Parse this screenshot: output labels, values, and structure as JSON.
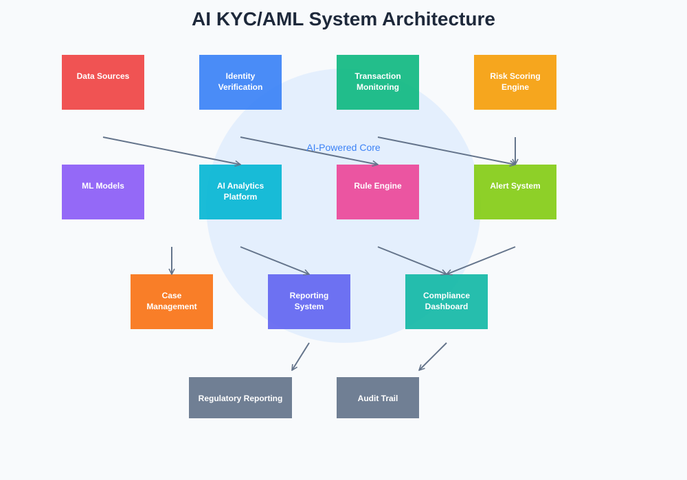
{
  "title": "AI KYC/AML System Architecture",
  "core": {
    "label": "AI-Powered Core",
    "fill": "#dbeafe",
    "label_color": "#3b82f6"
  },
  "edge_color": "#64748b",
  "nodes": [
    {
      "id": "data-sources",
      "lines": [
        "Data Sources"
      ],
      "color": "#ef4444"
    },
    {
      "id": "identity-verification",
      "lines": [
        "Identity",
        "Verification"
      ],
      "color": "#3b82f6"
    },
    {
      "id": "transaction-monitoring",
      "lines": [
        "Transaction",
        "Monitoring"
      ],
      "color": "#10b981"
    },
    {
      "id": "risk-scoring-engine",
      "lines": [
        "Risk Scoring",
        "Engine"
      ],
      "color": "#f59e0b"
    },
    {
      "id": "ml-models",
      "lines": [
        "ML Models"
      ],
      "color": "#8b5cf6"
    },
    {
      "id": "ai-analytics-platform",
      "lines": [
        "AI Analytics",
        "Platform"
      ],
      "color": "#06b6d4"
    },
    {
      "id": "rule-engine",
      "lines": [
        "Rule Engine"
      ],
      "color": "#ec4899"
    },
    {
      "id": "alert-system",
      "lines": [
        "Alert System"
      ],
      "color": "#84cc16"
    },
    {
      "id": "case-management",
      "lines": [
        "Case",
        "Management"
      ],
      "color": "#f97316"
    },
    {
      "id": "reporting-system",
      "lines": [
        "Reporting",
        "System"
      ],
      "color": "#6366f1"
    },
    {
      "id": "compliance-dashboard",
      "lines": [
        "Compliance",
        "Dashboard"
      ],
      "color": "#14b8a6"
    },
    {
      "id": "regulatory-reporting",
      "lines": [
        "Regulatory Reporting"
      ],
      "color": "#64748b"
    },
    {
      "id": "audit-trail",
      "lines": [
        "Audit Trail"
      ],
      "color": "#64748b"
    }
  ],
  "edges": [
    {
      "from": "data-sources",
      "to": "ai-analytics-platform"
    },
    {
      "from": "identity-verification",
      "to": "rule-engine"
    },
    {
      "from": "transaction-monitoring",
      "to": "alert-system"
    },
    {
      "from": "risk-scoring-engine",
      "to": "alert-system"
    },
    {
      "from": "ml-models",
      "to": "case-management"
    },
    {
      "from": "ai-analytics-platform",
      "to": "reporting-system"
    },
    {
      "from": "rule-engine",
      "to": "compliance-dashboard"
    },
    {
      "from": "alert-system",
      "to": "compliance-dashboard"
    },
    {
      "from": "reporting-system",
      "to": "regulatory-reporting"
    },
    {
      "from": "compliance-dashboard",
      "to": "audit-trail"
    }
  ]
}
